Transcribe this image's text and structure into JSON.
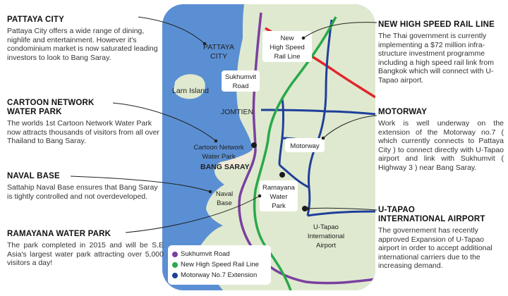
{
  "panels": {
    "pattaya": {
      "heading": "PATTAYA CITY",
      "body": "Pattaya City offers a wide range of dining, nighlife and entertainment. However it's condominium market is now saturated leading investors to look to Bang Saray."
    },
    "cartoon": {
      "heading_line1": "CARTOON NETWORK",
      "heading_line2": "WATER PARK",
      "body": "The worlds 1st Cartoon Network Water Park now attracts thousands of visitors from all over Thailand to Bang Saray."
    },
    "naval": {
      "heading": "NAVAL BASE",
      "body": "Sattahip Naval Base ensures that Bang Saray is tightly controlled and not overdeveloped."
    },
    "ramayana": {
      "heading": "RAMAYANA WATER PARK",
      "body": "The park completed in 2015 and will be S.E Asia's largest water park attracting over 5,000 visitors a day!"
    },
    "rail": {
      "heading": "NEW HIGH SPEED RAIL LINE",
      "body": "The Thai government is currently implementing a $72 million infra-structure investment programme including a high speed rail link from Bangkok which will connect with U-Tapao airport."
    },
    "motorway": {
      "heading": "MOTORWAY",
      "body": "Work is well underway on the extension of the Motorway no.7 ( which currently connects to Pattaya City ) to connect directly with U-Tapao airport and link with Sukhumvit ( Highway 3 ) near Bang Saray."
    },
    "airport": {
      "heading_line1": "U-TAPAO",
      "heading_line2": "INTERNATIONAL AIRPORT",
      "body": "The governement has recently approved Expansion of U-Tapao airport in order to accept additional international carriers due to the increasing demand."
    }
  },
  "map_labels": {
    "pattaya_line1": "PATTAYA",
    "pattaya_line2": "CITY",
    "rail_line1": "New",
    "rail_line2": "High Speed",
    "rail_line3": "Rail Line",
    "sukhumvit_line1": "Sukhumvit",
    "sukhumvit_line2": "Road",
    "larn_island": "Larn Island",
    "jomtien": "JOMTIEN",
    "cartoon_line1": "Cartoon Network",
    "cartoon_line2": "Water Park",
    "motorway": "Motorway",
    "bang_saray": "BANG SARAY",
    "ramayana_line1": "Ramayana",
    "ramayana_line2": "Water",
    "ramayana_line3": "Park",
    "naval_line1": "Naval",
    "naval_line2": "Base",
    "airport_line1": "U-Tapao",
    "airport_line2": "International",
    "airport_line3": "Airport"
  },
  "legend": [
    {
      "label": "Sukhumvit Road",
      "color": "#7b3fa0"
    },
    {
      "label": "New High Speed Rail Line",
      "color": "#2aa84a"
    },
    {
      "label": "Motorway No.7 Extension",
      "color": "#1f3f9a"
    }
  ],
  "colors": {
    "sea": "#5b8fd3",
    "land": "#dfe9cf",
    "road_sukhumvit": "#7b3fa0",
    "rail_new": "#2aa84a",
    "motorway": "#1f3f9a",
    "rail_existing": "#e0262b"
  }
}
